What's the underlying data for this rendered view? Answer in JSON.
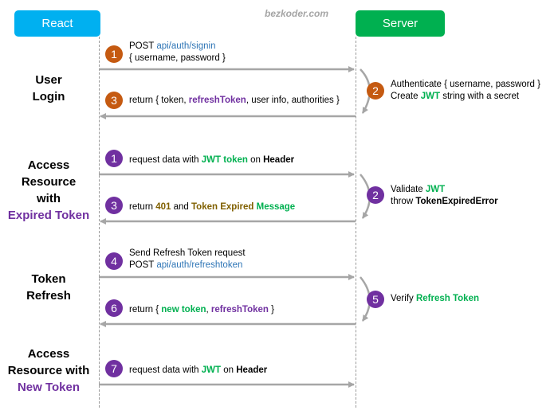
{
  "watermark": "bezkoder.com",
  "headers": {
    "left": "React",
    "right": "Server"
  },
  "sections": {
    "user_login": {
      "line1": "User",
      "line2": "Login"
    },
    "access_expired": {
      "line1": "Access",
      "line2": "Resource",
      "line3": "with",
      "line4": "Expired Token"
    },
    "token_refresh": {
      "line1": "Token",
      "line2": "Refresh"
    },
    "access_new": {
      "line1": "Access",
      "line2": "Resource with",
      "line3": "New Token"
    }
  },
  "steps": {
    "s1a": {
      "num": "1",
      "line1_pre": "POST ",
      "line1_link": "api/auth/signin",
      "line2": "{ username, password }"
    },
    "s2a": {
      "num": "2",
      "line1": "Authenticate { username, password }",
      "line2_pre": "Create ",
      "line2_jwt": "JWT",
      "line2_post": " string with a secret"
    },
    "s3a": {
      "num": "3",
      "pre": "return { token, ",
      "refresh": "refreshToken",
      "post": ", user info, authorities }"
    },
    "s1b": {
      "num": "1",
      "pre": "request data with ",
      "jwt": "JWT token",
      "mid": " on ",
      "header": "Header"
    },
    "s2b": {
      "num": "2",
      "line1_pre": "Validate ",
      "line1_jwt": "JWT",
      "line2_pre": "throw ",
      "line2_err": "TokenExpiredError"
    },
    "s3b": {
      "num": "3",
      "pre": "return ",
      "code": "401",
      "mid": " and ",
      "expired": "Token Expired",
      "message": "Message"
    },
    "s4": {
      "num": "4",
      "line1": "Send Refresh Token request",
      "line2_pre": "POST ",
      "line2_link": "api/auth/refreshtoken"
    },
    "s5": {
      "num": "5",
      "pre": "Verify ",
      "refresh": "Refresh Token"
    },
    "s6": {
      "num": "6",
      "pre": "return { ",
      "newtoken": "new token",
      "sep": ", ",
      "refresh": "refreshToken",
      "post": " }"
    },
    "s7": {
      "num": "7",
      "pre": "request data with ",
      "jwt": "JWT",
      "mid": " on ",
      "header": "Header"
    }
  },
  "colors": {
    "react": "#00B0F0",
    "server": "#00B050",
    "orange_step": "#C55A11",
    "purple_step": "#7030A0",
    "arrow": "#A6A6A6",
    "link_blue": "#2E75B6",
    "jwt_green": "#00B050",
    "gold": "#806000",
    "purple_text": "#7030A0"
  }
}
